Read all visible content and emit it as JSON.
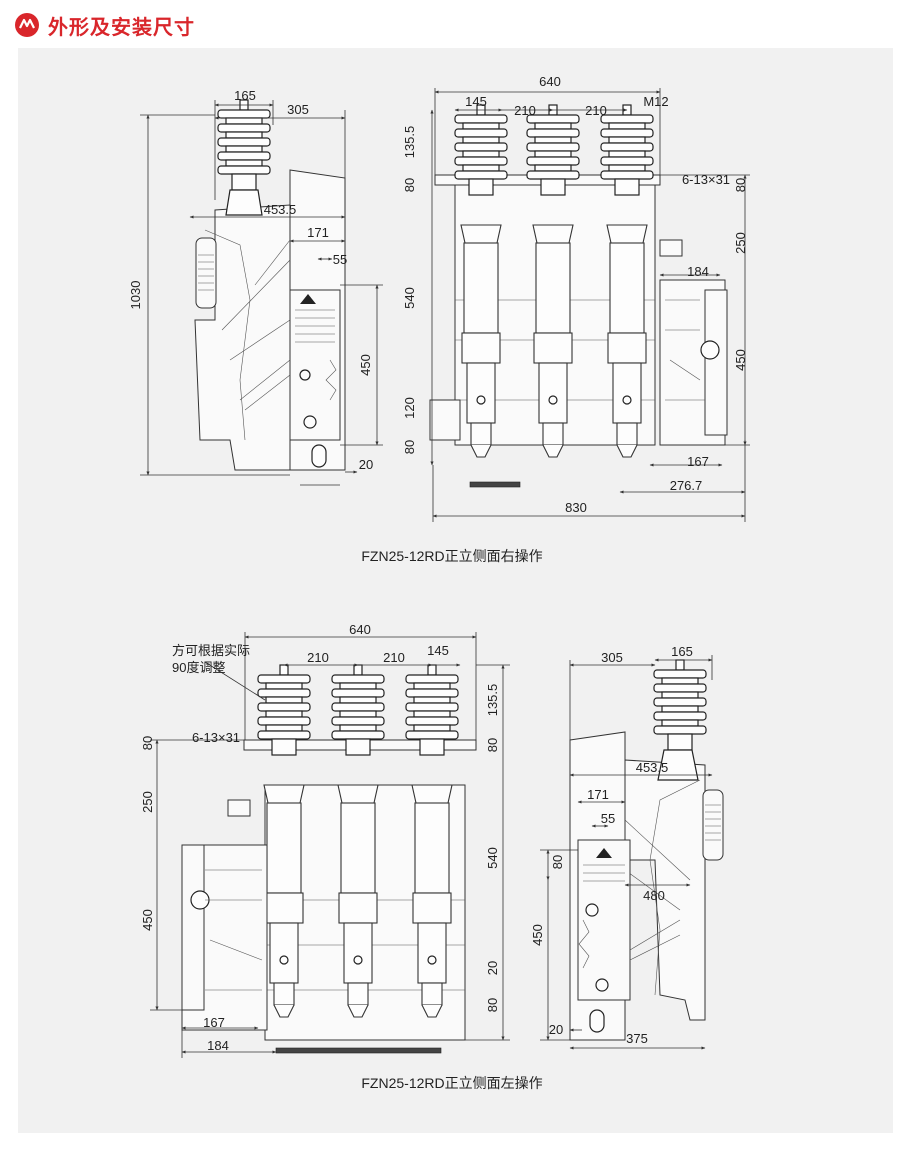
{
  "header": {
    "title": "外形及安装尺寸",
    "accent_color": "#d9262b",
    "logo_icon": "red-circle-logo-icon"
  },
  "panel_background": "#f1f1f1",
  "drawing_right": {
    "caption": "FZN25-12RD正立侧面右操作",
    "side_view_dims": [
      "165",
      "305",
      "453.5",
      "171",
      "55",
      "1030",
      "450",
      "20"
    ],
    "front_view_dims": [
      "640",
      "145",
      "210",
      "210",
      "M12",
      "135.5",
      "80",
      "6-13×31",
      "80",
      "250",
      "184",
      "540",
      "450",
      "120",
      "80",
      "167",
      "276.7",
      "830"
    ]
  },
  "drawing_left": {
    "caption": "FZN25-12RD正立侧面左操作",
    "note_line1": "方可根据实际",
    "note_line2": "90度调整",
    "front_view_dims": [
      "640",
      "210",
      "210",
      "145",
      "135.5",
      "80",
      "6-13×31",
      "80",
      "250",
      "540",
      "450",
      "20",
      "80",
      "167",
      "184"
    ],
    "side_view_dims": [
      "305",
      "165",
      "453.5",
      "171",
      "55",
      "80",
      "480",
      "450",
      "20",
      "375"
    ]
  }
}
